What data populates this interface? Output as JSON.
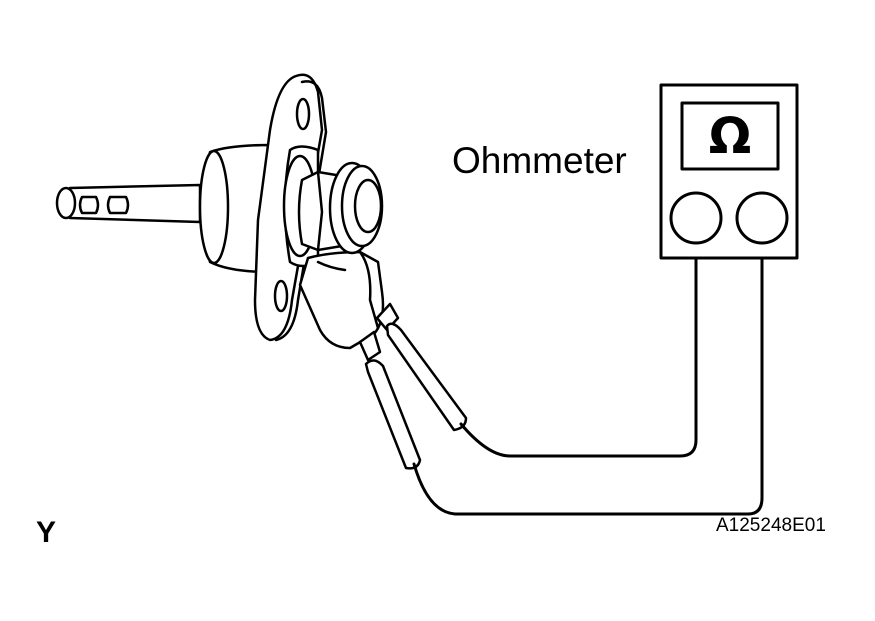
{
  "labels": {
    "meter": "Ohmmeter",
    "symbol": "Ω",
    "view": "Y",
    "figure_code": "A125248E01"
  },
  "colors": {
    "line": "#000000",
    "background": "#ffffff"
  }
}
